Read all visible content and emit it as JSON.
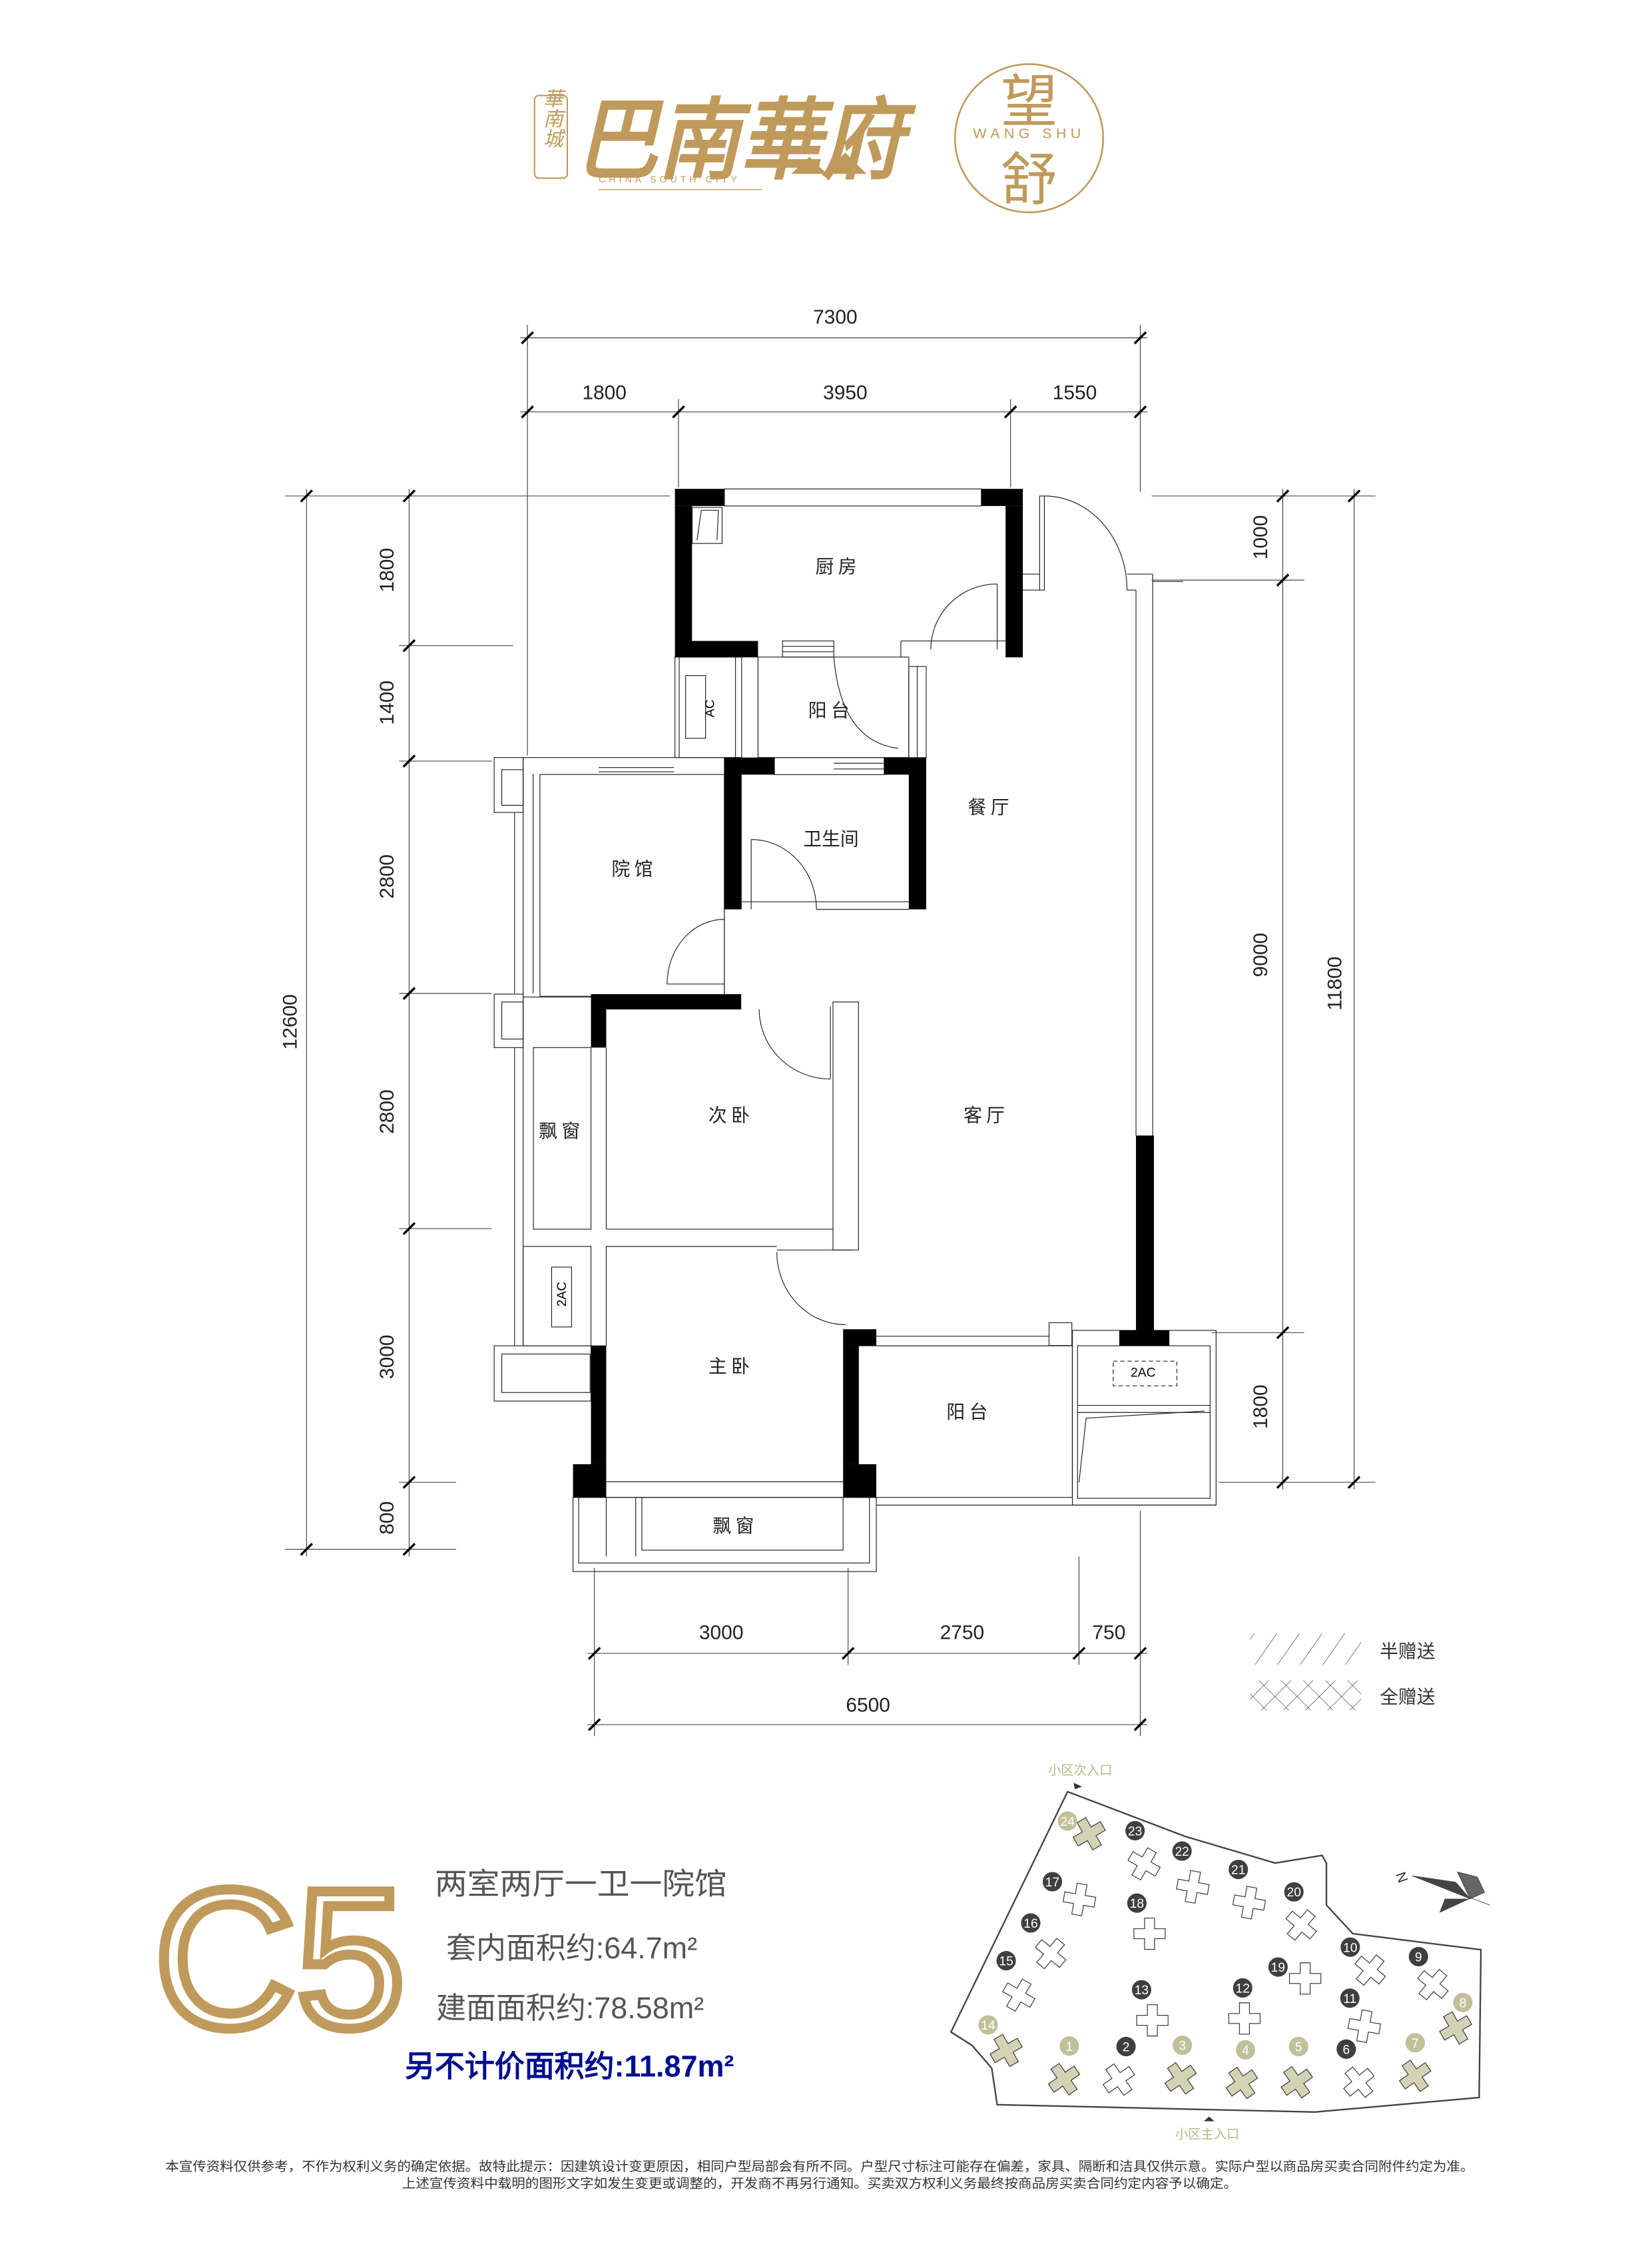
{
  "logo": {
    "brand_small": "華南城",
    "brand_main": "巴南華府",
    "brand_en": "CHINA SOUTH CITY",
    "project_top": "望",
    "project_bottom": "舒",
    "project_en": "WANG SHU"
  },
  "colors": {
    "gold": "#c09a5b",
    "blue": "#000f8f",
    "text_gray": "#555555",
    "site_gold": "#c2c09a",
    "site_dark": "#3f3f3f"
  },
  "dimensions": {
    "top_total": "7300",
    "top_segments": [
      "1800",
      "3950",
      "1550"
    ],
    "left_total": "12600",
    "left_segments": [
      "1800",
      "1400",
      "2800",
      "2800",
      "3000",
      "800"
    ],
    "right_segments": [
      "1000",
      "9000",
      "1800"
    ],
    "right_total": "11800",
    "bottom_segments": [
      "3000",
      "2750",
      "750"
    ],
    "bottom_total": "6500"
  },
  "rooms": {
    "kitchen": "厨房",
    "balcony_small": "阳台",
    "bathroom": "卫生间",
    "dining": "餐厅",
    "courtyard": "院馆",
    "second_bedroom": "次卧",
    "living": "客厅",
    "bay_window_left": "飘窗",
    "master_bedroom": "主卧",
    "balcony_large": "阳台",
    "bay_window_bottom": "飘窗",
    "ac_1": "AC",
    "ac_2": "2AC",
    "ac_3": "2AC"
  },
  "legend": {
    "half_gift": "半赠送",
    "full_gift": "全赠送"
  },
  "unit": {
    "code": "C5",
    "layout": "两室两厅一卫一院馆",
    "inner_area": "套内面积约:64.7m²",
    "building_area": "建面面积约:78.58m²",
    "extra_area": "另不计价面积约:11.87m²"
  },
  "site_plan": {
    "secondary_entrance": "小区次入口",
    "main_entrance": "小区主入口",
    "north": "N",
    "buildings": [
      {
        "no": "24",
        "type": "gold"
      },
      {
        "no": "23",
        "type": "dark"
      },
      {
        "no": "22",
        "type": "dark"
      },
      {
        "no": "21",
        "type": "dark"
      },
      {
        "no": "20",
        "type": "dark"
      },
      {
        "no": "17",
        "type": "dark"
      },
      {
        "no": "18",
        "type": "dark"
      },
      {
        "no": "16",
        "type": "dark"
      },
      {
        "no": "15",
        "type": "dark"
      },
      {
        "no": "10",
        "type": "dark"
      },
      {
        "no": "9",
        "type": "dark"
      },
      {
        "no": "19",
        "type": "dark"
      },
      {
        "no": "13",
        "type": "dark"
      },
      {
        "no": "12",
        "type": "dark"
      },
      {
        "no": "11",
        "type": "dark"
      },
      {
        "no": "8",
        "type": "gold"
      },
      {
        "no": "14",
        "type": "gold"
      },
      {
        "no": "1",
        "type": "gold"
      },
      {
        "no": "2",
        "type": "dark"
      },
      {
        "no": "3",
        "type": "gold"
      },
      {
        "no": "4",
        "type": "gold"
      },
      {
        "no": "5",
        "type": "gold"
      },
      {
        "no": "6",
        "type": "dark"
      },
      {
        "no": "7",
        "type": "gold"
      }
    ]
  },
  "disclaimer": {
    "line1": "本宣传资料仅供参考，不作为权利义务的确定依据。故特此提示：因建筑设计变更原因，相同户型局部会有所不同。户型尺寸标注可能存在偏差，家具、隔断和洁具仅供示意。实际户型以商品房买卖合同附件约定为准。",
    "line2": "上述宣传资料中载明的图形文字如发生变更或调整的，开发商不再另行通知。买卖双方权利义务最终按商品房买卖合同约定内容予以确定。"
  }
}
